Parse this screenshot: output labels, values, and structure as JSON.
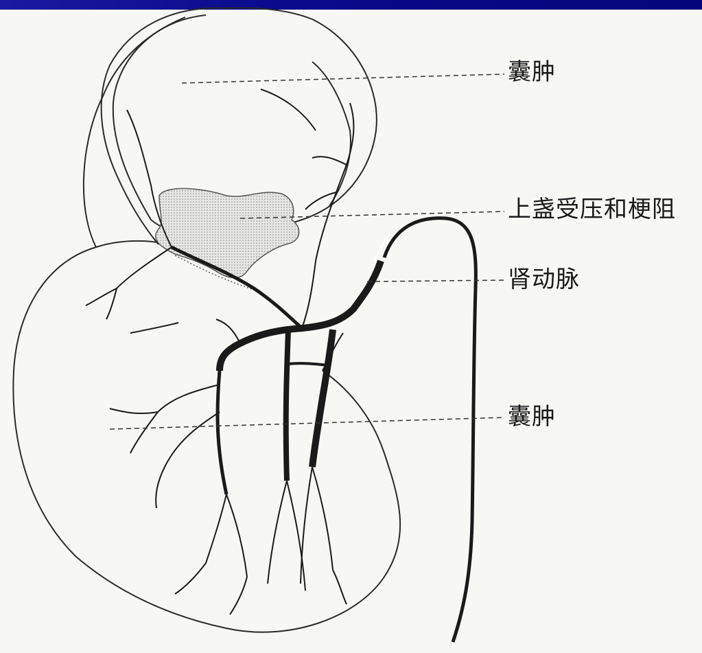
{
  "labels": {
    "cyst_top": "囊肿",
    "calyx": "上盏受压和梗阻",
    "renal_artery": "肾动脉",
    "cyst_bottom": "囊肿"
  },
  "colors": {
    "background": "#f7f7f4",
    "header_bar": "#0a0a8c",
    "ink": "#1a1a1a",
    "calyx_fill": "#dcdcdc"
  }
}
